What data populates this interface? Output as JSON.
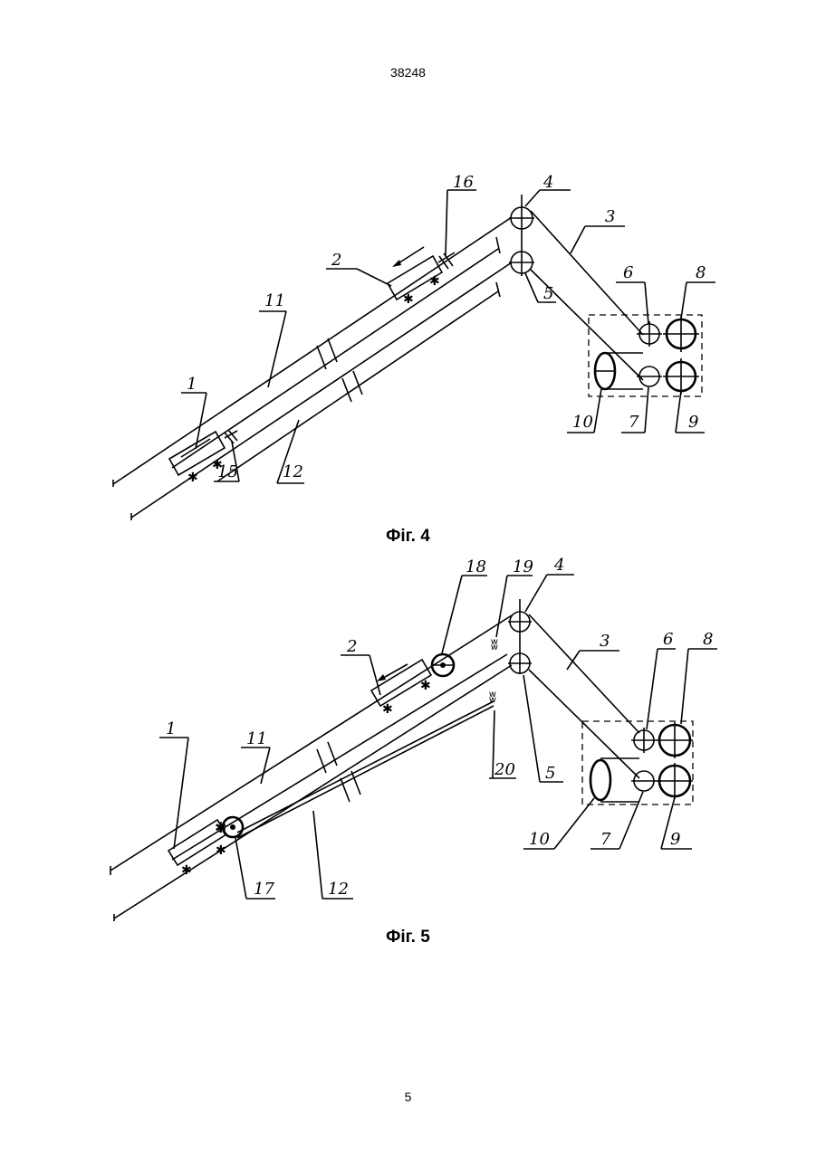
{
  "header": {
    "doc_number": "38248"
  },
  "footer": {
    "page_number": "5"
  },
  "figures": [
    {
      "caption": "Фіг. 4",
      "labels": [
        "1",
        "2",
        "3",
        "4",
        "5",
        "6",
        "7",
        "8",
        "9",
        "10",
        "11",
        "12",
        "15",
        "16"
      ]
    },
    {
      "caption": "Фіг. 5",
      "labels": [
        "1",
        "2",
        "3",
        "4",
        "5",
        "6",
        "7",
        "8",
        "9",
        "10",
        "11",
        "12",
        "17",
        "18",
        "19",
        "20"
      ]
    }
  ]
}
